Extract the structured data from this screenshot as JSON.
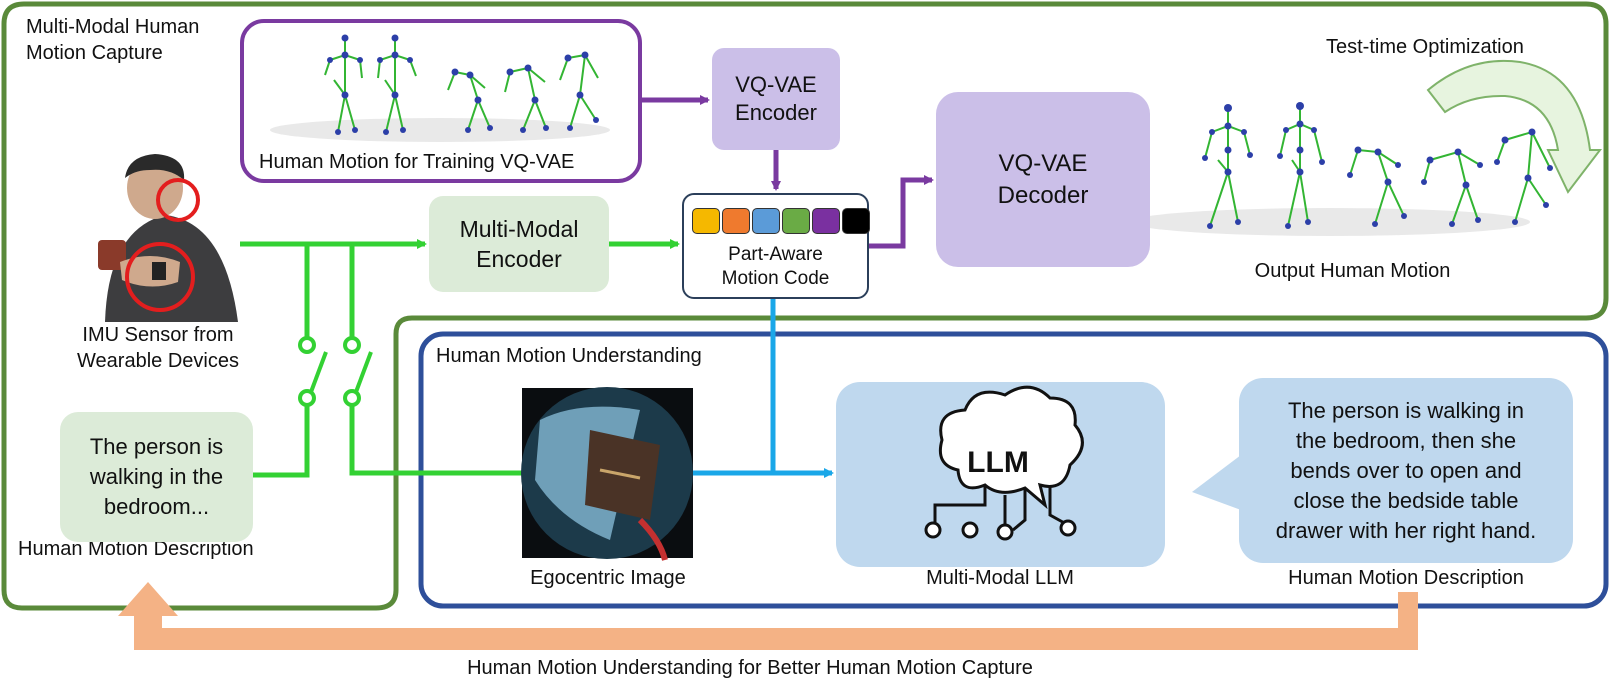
{
  "colors": {
    "capture_border": "#5a8a3a",
    "understanding_border": "#2e4f9a",
    "training_border": "#7a3aa0",
    "green_flow": "#33d133",
    "purple_flow": "#7a3aa0",
    "blue_flow": "#1aa7e8",
    "feedback_flow": "#f4b285",
    "swatches": [
      "#f5b800",
      "#ef7a2e",
      "#5b9bd8",
      "#6aab45",
      "#7a30a0",
      "#000000"
    ]
  },
  "labels": {
    "capture_title_1": "Multi-Modal Human",
    "capture_title_2": "Motion Capture",
    "training_caption": "Human Motion for Training VQ-VAE",
    "test_time": "Test-time Optimization",
    "imu_1": "IMU Sensor from",
    "imu_2": "Wearable Devices",
    "input_desc_caption": "Human Motion Description",
    "output_motion_caption": "Output Human Motion",
    "understanding_title": "Human Motion Understanding",
    "ego_caption": "Egocentric Image",
    "llm_caption": "Multi-Modal LLM",
    "output_desc_caption": "Human Motion Description",
    "feedback_caption": "Human Motion Understanding for Better Human Motion Capture"
  },
  "boxes": {
    "vq_encoder_1": "VQ-VAE",
    "vq_encoder_2": "Encoder",
    "vq_decoder_1": "VQ-VAE",
    "vq_decoder_2": "Decoder",
    "mm_encoder_1": "Multi-Modal",
    "mm_encoder_2": "Encoder",
    "code_1": "Part-Aware",
    "code_2": "Motion Code",
    "input_desc_1": "The person is",
    "input_desc_2": "walking in the",
    "input_desc_3": "bedroom...",
    "llm_logo": "LLM",
    "output_desc_1": "The person is walking in",
    "output_desc_2": "the bedroom, then she",
    "output_desc_3": "bends over to open and",
    "output_desc_4": "close the bedside table",
    "output_desc_5": "drawer with her right hand."
  }
}
